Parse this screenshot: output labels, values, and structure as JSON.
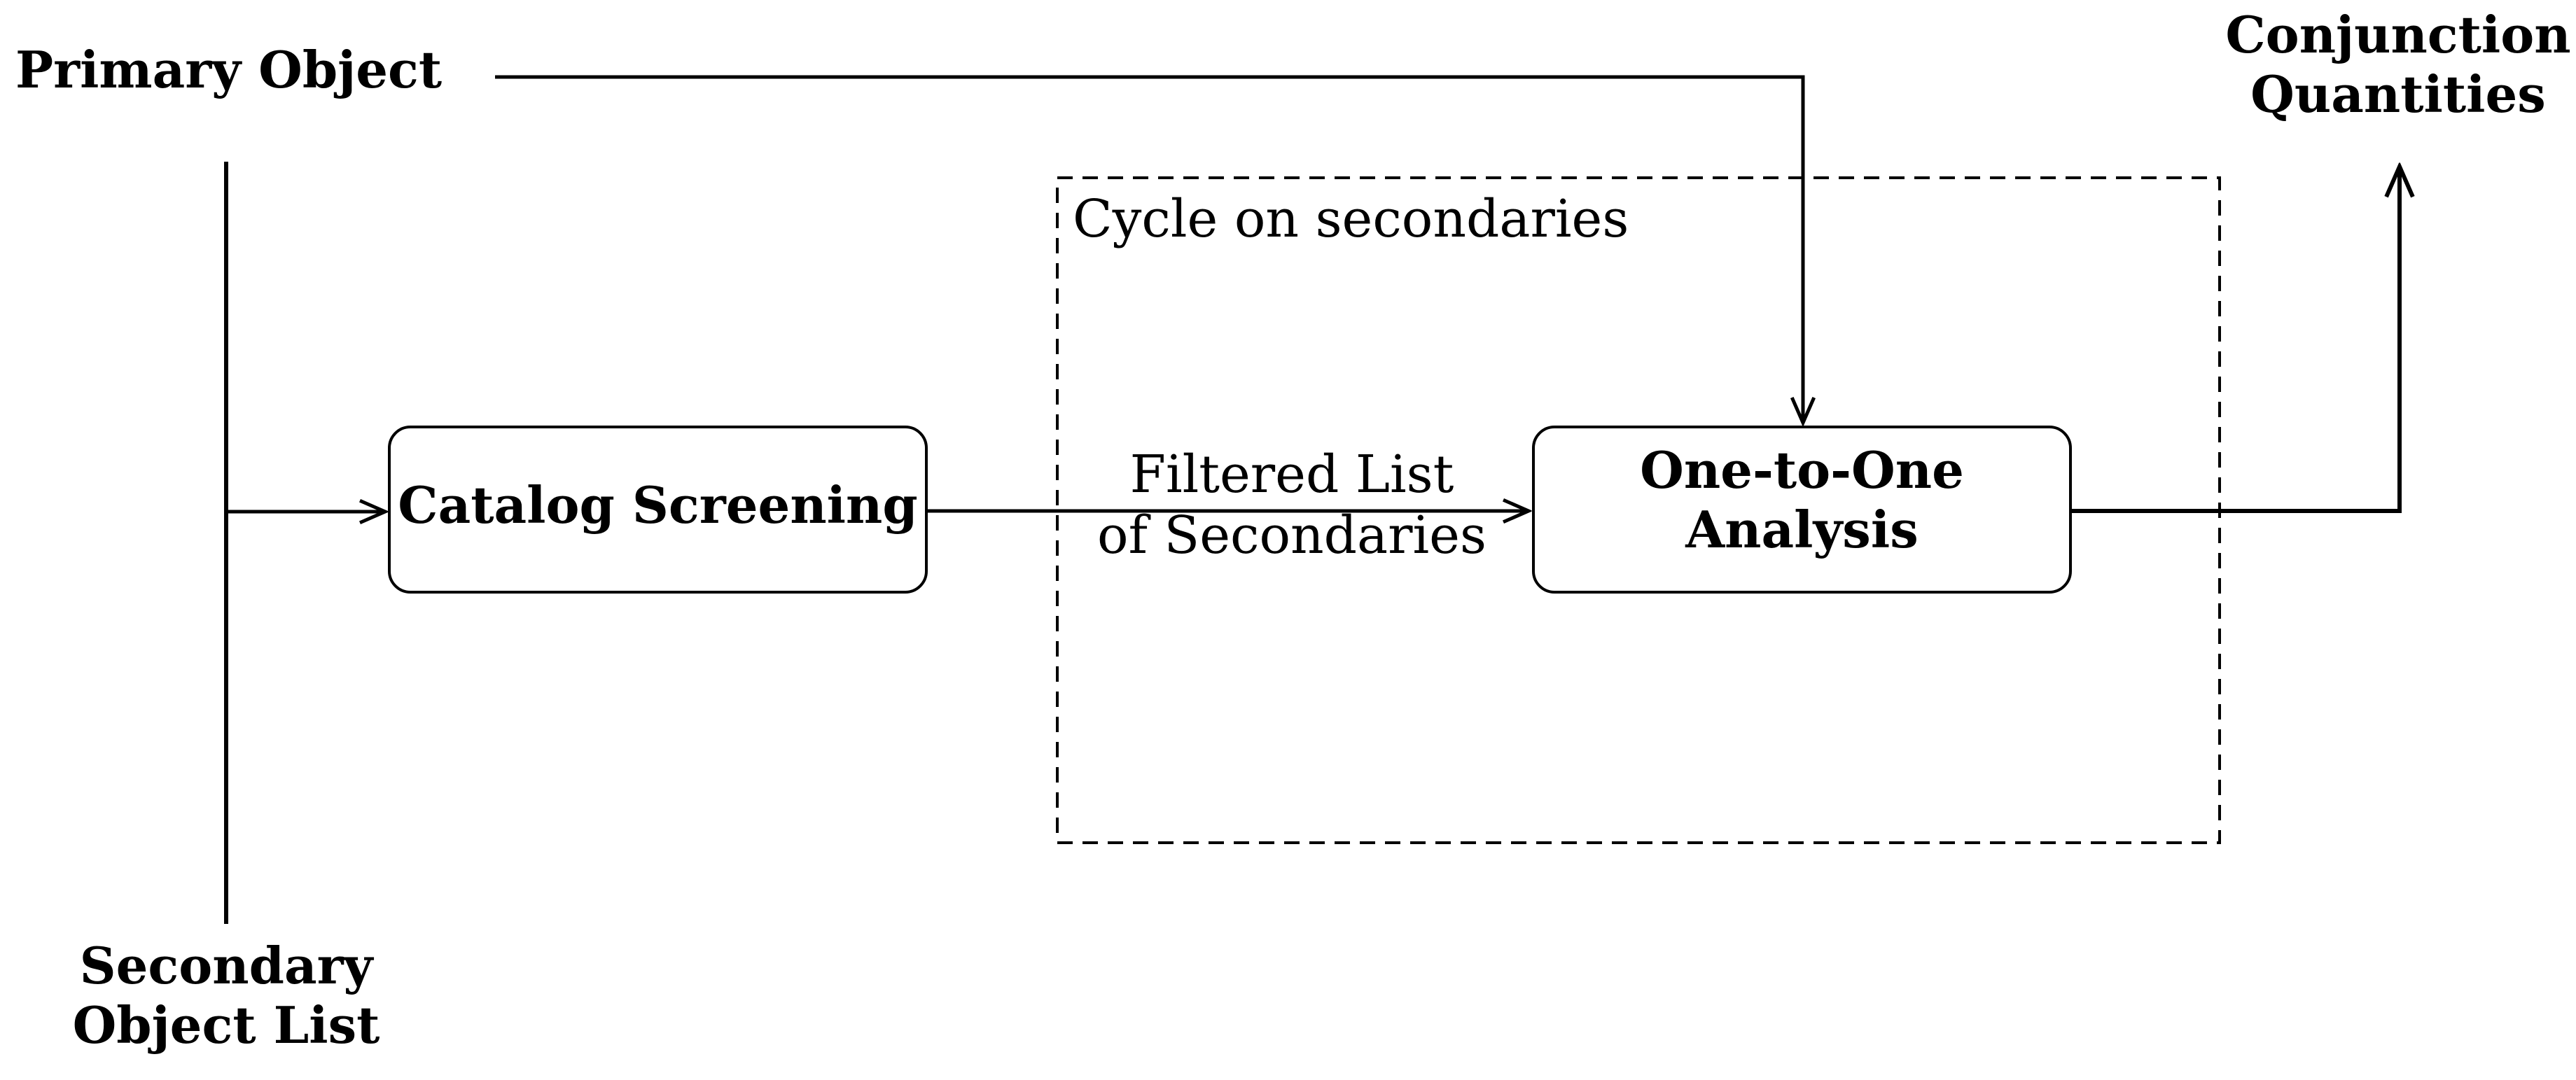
{
  "inputs": {
    "primary_object": "Primary Object",
    "secondary_object_list_line1": "Secondary",
    "secondary_object_list_line2": "Object List"
  },
  "outputs": {
    "conjunction_quantities_line1": "Conjunction",
    "conjunction_quantities_line2": "Quantities"
  },
  "cycle_box": {
    "label": "Cycle on secondaries"
  },
  "nodes": {
    "catalog_screening": "Catalog Screening",
    "one_to_one_line1": "One-to-One",
    "one_to_one_line2": "Analysis"
  },
  "edges": {
    "filtered_list_line1": "Filtered List",
    "filtered_list_line2": "of Secondaries"
  }
}
